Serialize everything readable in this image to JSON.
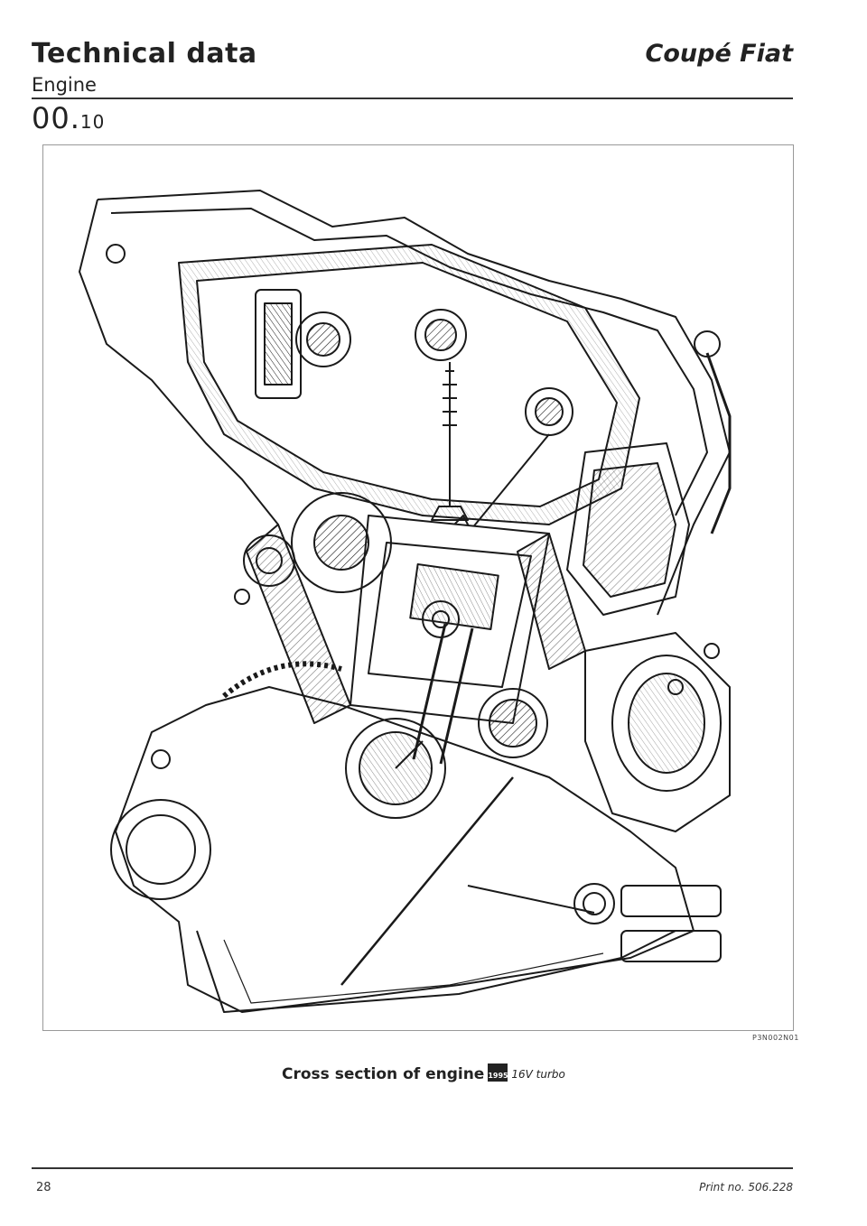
{
  "header": {
    "title": "Technical data",
    "brand": "Coupé Fiat",
    "subtitle": "Engine",
    "section_main": "00.",
    "section_sub": "10"
  },
  "figure": {
    "code": "P3N002N01",
    "caption_text": "Cross section of engine",
    "engine_badge": "1995",
    "engine_variant": "16V turbo"
  },
  "footer": {
    "page_number": "28",
    "print_number": "Print no. 506.228"
  }
}
